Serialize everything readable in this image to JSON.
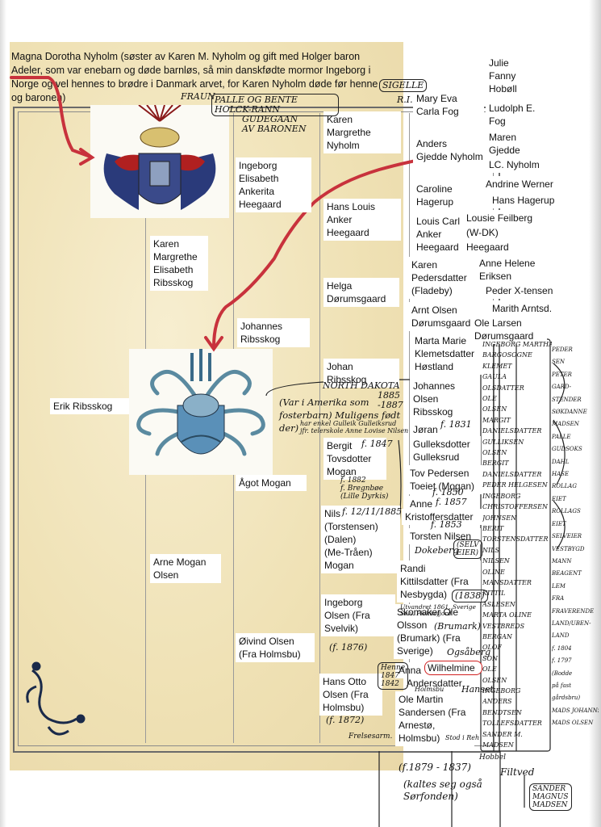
{
  "intro_text": "Magna Dorotha Nyholm (søster av Karen M. Nyholm og gift med Holger baron\nAdeler, som var enebarn og døde barnløs, så min danskfødte mormor Ingeborg i\nNorge og vel hennes to brødre i Danmark arvet, for Karen Nyholm døde før henne\nog baronen)",
  "gen1": {
    "erik": "Erik Ribsskog"
  },
  "gen2": {
    "karen_ribsskog": "Karen\nMargrethe\nElisabeth\nRibsskog",
    "arne": "Arne Mogan\nOlsen"
  },
  "gen3": {
    "ingeborg_heegaard": "Ingeborg\nElisabeth\nAnkerita\nHeegaard",
    "johannes": "Johannes\nRibsskog",
    "agot": "Ågot Mogan",
    "oivind": "Øivind Olsen\n(Fra Holmsbu)"
  },
  "gen4": {
    "karen_nyholm": "Karen\nMargrethe\nNyholm",
    "hans_louis": "Hans Louis\nAnker\nHeegaard",
    "helga": "Helga\nDørumsgaard",
    "johan": "Johan\nRibsskog",
    "bergit": "Bergit\nTovsdotter\nMogan",
    "nils": "Nils\n(Torstensen)\n(Dalen)\n(Me-Tråen)\nMogan",
    "ingeborg_olsen": "Ingeborg\nOlsen (Fra\nSvelvik)",
    "hans_otto": "Hans Otto\nOlsen (Fra\nHolmsbu)"
  },
  "gen5": {
    "mary_eva": "Mary Eva\nCarla Fog",
    "anders": "Anders\nGjedde Nyholm",
    "caroline": "Caroline\nHagerup",
    "louis_carl": "Louis Carl\nAnker\nHeegaard",
    "karen_ped": "Karen\nPedersdatter\n(Fladeby)",
    "arnt": "Arnt Olsen\nDørumsgaard",
    "marta": "Marta Marie\nKlemetsdatter\nHøstland",
    "johannes_olsen": "Johannes\nOlsen\nRibsskog",
    "joran": "Jøran",
    "gulleks": "Gulleksdotter\nGulleksrud",
    "tov": "Tov Pedersen\nToeiet (Mogan)",
    "anne_k": "Anne",
    "kristoffers": "Kristoffersdatter",
    "torsten": "Torsten Nilsen",
    "randi": "Randi\nKittilsdatter (Fra\nNesbygda)",
    "skomaker": "Skomaker Ole\nOlsson\n(Brumark) (Fra\nSverige)",
    "anna": "Anna",
    "wilhelmine": "Wilhelmine",
    "andersdatter": "Andersdatter",
    "ole_martin": "Ole Martin\nSandersen (Fra\nArnestø,\nHolmsbu)"
  },
  "gen6": {
    "julie": "Julie\nFanny\nHobøll",
    "ludolph": "Ludolph E.\nFog",
    "maren": "Maren\nGjedde",
    "lc": "LC. Nyholm",
    "andrine": "Andrine Werner",
    "hans_hagerup": "Hans Hagerup",
    "lousie": "Lousie Feilberg",
    "vdk": "(W-DK)",
    "heegaard": "Heegaard",
    "anne_helene": "Anne Helene\nEriksen",
    "peder": "Peder X-tensen",
    "marith": "Marith Arntsd.",
    "ole_larsen": "Ole Larsen\nDørumsgaard"
  },
  "handwriting": {
    "fraun": "FRAUN",
    "palle": "PALLE OG BENTE HOLCK-RANN",
    "gudegaan": "GUDEGAAN\nAV BARONEN",
    "sigelle": "SIGELLE",
    "ri": "R.I.",
    "north_dakota": "NORTH DAKOTA",
    "years_johan": "1885\n-1887",
    "amerika": "(Var i Amerika som\nfosterbarn) Muligens født\nder)",
    "gulleik_note": "har enkel Gulleik Gulleiksrud\njfr. telerskole Anne Lovise Nilsen",
    "f1847": "f. 1847",
    "f1831": "f. 1831",
    "f1882": "f. 1882\nf. Bregnbøe\n(Lille Dyrkis)",
    "f1850": "f. 1850",
    "f1857": "f. 1857",
    "f12_11_1885": "f. 12/11/1885",
    "f1853": "f. 1853",
    "dokeberg": "Dokeberg",
    "selv_eier": "(SELV\nEIER)",
    "f1838": "(1838)",
    "utvandret": "Utvandret 1861, Sverige\nSelv. Flekkefjord",
    "brumark": "(Brumark)",
    "ogsaberg": "Ogsåberg",
    "f1876": "(f. 1876)",
    "henne": "Henne\n1847\n1842",
    "holmsbu": "Holmsbu",
    "hanset": "Hanset",
    "f1872": "(f. 1872)",
    "frelsesarm": "Frelsesarm.",
    "stod": "Stod i Reh",
    "f1879": "(f.1879 - 1837)",
    "kaltes": "(kaltes seg også\nSørfonden)",
    "filtved": "Filtved",
    "hobbe": "Hobbel",
    "right_col": [
      "INGEBORG MARTHA",
      "BARGOSOGNE",
      "KLEMET",
      "GAULA",
      "OLSDATTER",
      "OLE",
      "OLSEN",
      "MARGIT",
      "DANIELSDATTER",
      "GULLIKSEN",
      "OLSEN",
      "BERGIT",
      "DANIELSDATTER",
      "PEDER HELGESEN",
      "INGEBORG",
      "CHRISTOFFERSEN",
      "JOHNSEN",
      "BERIT",
      "TORSTENSDATTER",
      "NILS",
      "NILSEN",
      "OLINE",
      "MANSDATTER",
      "KITTIL",
      "ASLESEN",
      "MARTA OLINE",
      "VESTBREDS",
      "BERGAN",
      "OLOF",
      "SON",
      "OLE",
      "OLSEN",
      "INGEBORG",
      "ANDERS",
      "BENDTSEN",
      "TOLLEFSDATTER",
      "SANDER M.",
      "MADSEN"
    ],
    "far_right": [
      "PEDER",
      "SEN",
      "PETER",
      "GARD-",
      "STENDER",
      "SØKDANNE",
      "MADSEN",
      "PALLE",
      "GUDSOKS",
      "DAHL",
      "HASE",
      "ROLLAG",
      "EIET",
      "ROLLAGS",
      "EIET",
      "SELVEIER",
      "VESTBYGD",
      "MANN",
      "BEAGENT",
      "LEM",
      "FRA",
      "FRAVERENDE",
      "LAND/UBEN-",
      "LAND",
      "f. 1804",
      "f. 1797",
      "(Bodde",
      "på fast",
      "gårdsbru)",
      "MADS JOHANNSEN",
      "MADS OLSEN"
    ],
    "sander_bottom": "SANDER\nMAGNUS\nMADSEN"
  },
  "colors": {
    "paper": "#f3e8c4",
    "red_arrow": "#c8323c",
    "circle": "#d02020"
  },
  "icons": [
    "coat-of-arms-icon",
    "helmet-crest-icon",
    "corner-ornament-icon",
    "red-arrow-icon"
  ]
}
